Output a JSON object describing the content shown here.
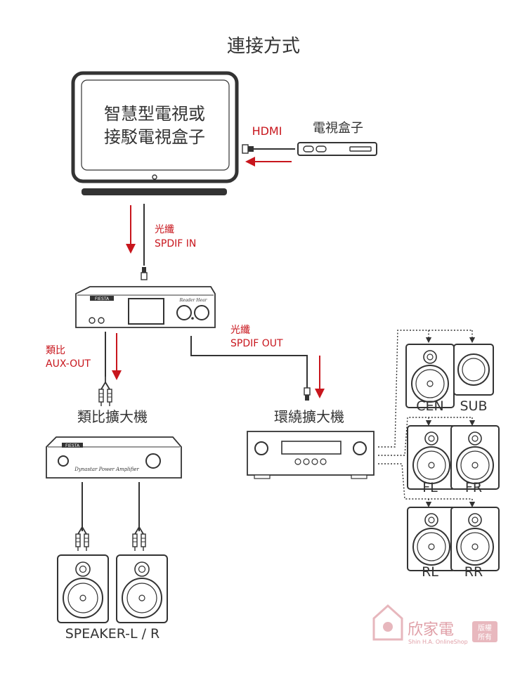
{
  "title": "連接方式",
  "tv": {
    "line1": "智慧型電視或",
    "line2": "接駁電視盒子"
  },
  "tv_box_label": "電視盒子",
  "hdmi_label": "HDMI",
  "optical_in": {
    "line1": "光纖",
    "line2": "SPDIF IN"
  },
  "optical_out": {
    "line1": "光纖",
    "line2": "SPDIF OUT"
  },
  "analog_out": {
    "line1": "類比",
    "line2": "AUX-OUT"
  },
  "dac": {
    "brand": "FIESTA",
    "script": "Reader Hear"
  },
  "analog_amp": {
    "label": "類比擴大機",
    "brand": "FIESTA",
    "script": "Dynastar Power Amplifier"
  },
  "surround_amp": {
    "label": "環繞擴大機"
  },
  "speaker_labels": {
    "cen": "CEN",
    "sub": "SUB",
    "fl": "FL",
    "fr": "FR",
    "rl": "RL",
    "rr": "RR"
  },
  "stereo_label": "SPEAKER-L / R",
  "watermark": {
    "name": "欣家電",
    "badge1": "版權",
    "badge2": "所有",
    "sub": "Shin H.A. OnlineShop"
  },
  "colors": {
    "red": "#c8161d",
    "line": "#333333",
    "watermark": "#e0a0a8"
  }
}
